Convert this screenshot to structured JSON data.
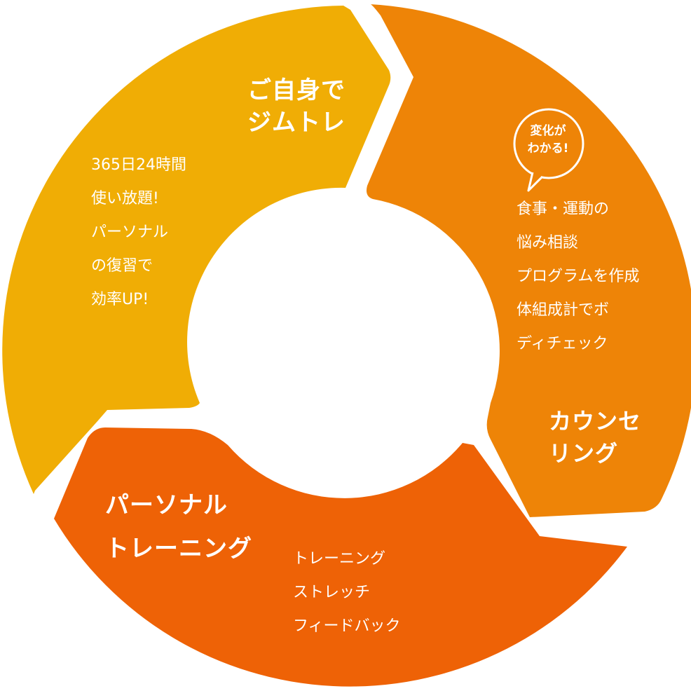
{
  "colors": {
    "self_training": "#F0AD05",
    "counseling": "#EE8407",
    "personal_training": "#EE6206",
    "text": "#FFFFFF"
  },
  "segments": {
    "self_training": {
      "title": "ご自身で\nジムトレ",
      "items": [
        "365日24時間",
        "使い放題!",
        "パーソナル",
        "の復習で",
        "効率UP!"
      ]
    },
    "counseling": {
      "bubble": "変化が\nわかる!",
      "items": [
        "食事・運動の",
        "悩み相談",
        "プログラムを作成",
        "体組成計でボ",
        "ディチェック"
      ],
      "title": "カウンセ\nリング"
    },
    "personal_training": {
      "title": "パーソナル\nトレーニング",
      "items": [
        "トレーニング",
        "ストレッチ",
        "フィードバック"
      ]
    }
  }
}
